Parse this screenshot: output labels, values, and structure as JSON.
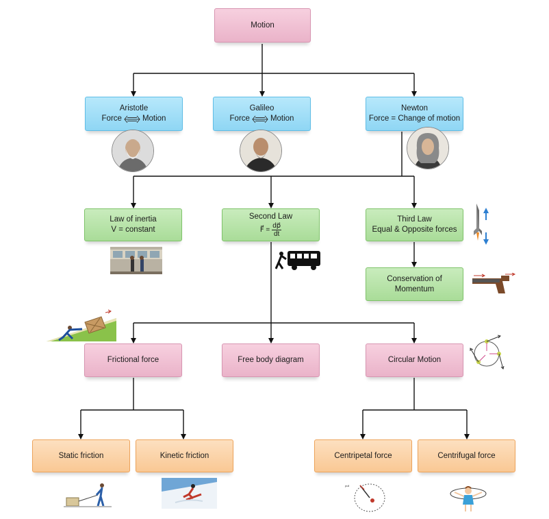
{
  "root": {
    "label": "Motion"
  },
  "thinkers": [
    {
      "name": "Aristotle",
      "left": "Force",
      "right": "Motion"
    },
    {
      "name": "Galileo",
      "left": "Force",
      "right": "Motion"
    },
    {
      "name": "Newton",
      "relation": "Force = Change of motion"
    }
  ],
  "laws": {
    "first": {
      "line1": "Law of inertia",
      "line2": "V = constant"
    },
    "second": {
      "line1": "Second Law",
      "lhs": "F⃗ =",
      "num": "dp⃗",
      "den": "dt"
    },
    "third": {
      "line1": "Third Law",
      "line2": "Equal & Opposite forces"
    },
    "conservation": {
      "line1": "Conservation of",
      "line2": "Momentum"
    }
  },
  "forces": {
    "frictional": "Frictional force",
    "freebody": "Free body diagram",
    "circular": "Circular Motion"
  },
  "leaves": {
    "static": "Static friction",
    "kinetic": "Kinetic friction",
    "centripetal": "Centripetal force",
    "centrifugal": "Centrifugal force"
  },
  "colors": {
    "pink": "#eab3c9",
    "blue": "#8fd6f4",
    "green": "#a9dc98",
    "orange": "#f9c894",
    "connector": "#111111"
  }
}
